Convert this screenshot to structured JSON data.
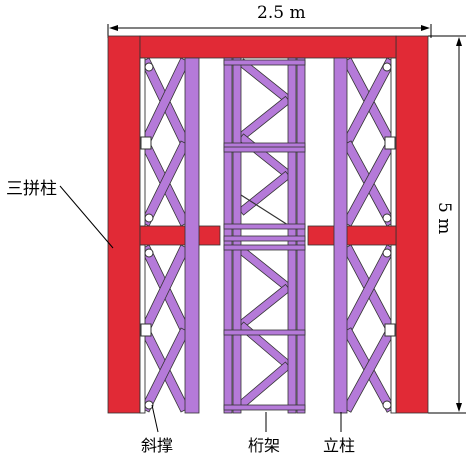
{
  "diagram": {
    "dimension_width": "2.5 m",
    "dimension_height": "5 m",
    "labels": {
      "triple_column": "三拼柱",
      "diagonal_brace": "斜撑",
      "truss": "桁架",
      "vertical_column": "立柱"
    },
    "colors": {
      "frame_red": "#e12a36",
      "member_purple": "#b57ad9",
      "outline": "#333333"
    }
  }
}
